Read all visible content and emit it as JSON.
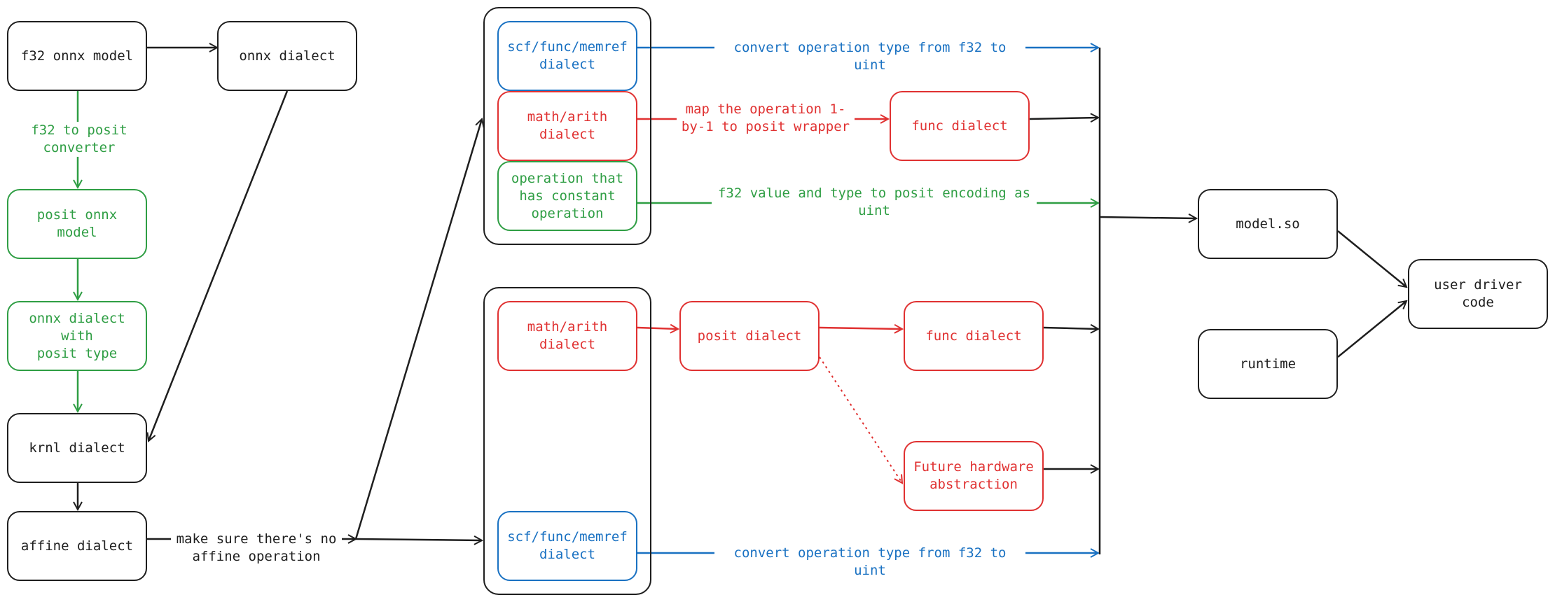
{
  "colors": {
    "black": "#1e1e1e",
    "green": "#2f9e44",
    "red": "#e03131",
    "blue": "#1971c2"
  },
  "nodes": {
    "f32_onnx_model": "f32 onnx model",
    "onnx_dialect": "onnx dialect",
    "posit_onnx_model": "posit onnx model",
    "onnx_dialect_posit": "onnx dialect with\nposit type",
    "krnl_dialect": "krnl dialect",
    "affine_dialect": "affine dialect",
    "scf_top": "scf/func/memref\ndialect",
    "math_top": "math/arith\ndialect",
    "const_op": "operation that\nhas constant\noperation",
    "func_top": "func dialect",
    "math_bottom": "math/arith\ndialect",
    "posit_dialect": "posit dialect",
    "func_bottom": "func dialect",
    "future_hw": "Future hardware\nabstraction",
    "scf_bottom": "scf/func/memref\ndialect",
    "model_so": "model.so",
    "runtime": "runtime",
    "user_driver": "user driver code"
  },
  "edge_labels": {
    "converter": "f32 to posit\nconverter",
    "no_affine": "make sure there's no\naffine operation",
    "convert_top": "convert operation type from f32 to uint",
    "map_op": "map the operation 1-\nby-1 to posit wrapper",
    "f32_value": "f32 value and type to posit encoding as\nuint",
    "convert_bottom": "convert operation type from f32 to uint"
  }
}
